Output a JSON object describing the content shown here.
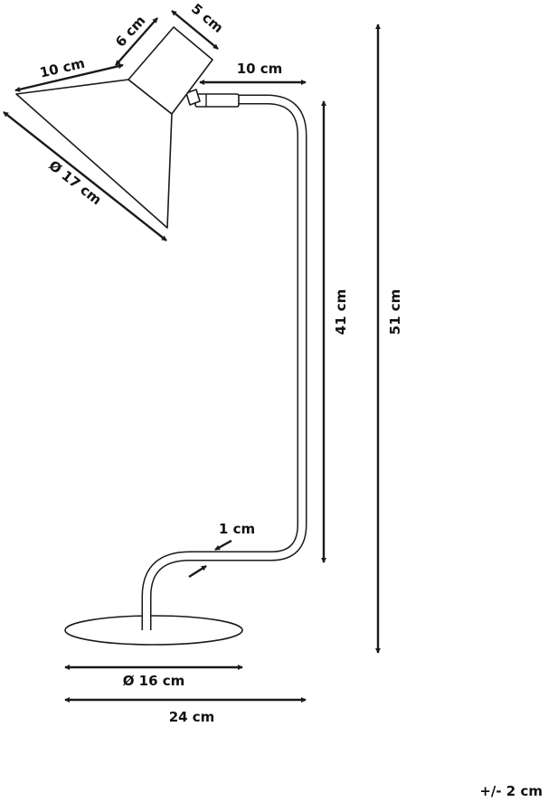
{
  "diagram": {
    "tolerance_note": "+/- 2 cm",
    "dimensions": {
      "shade_top_width": "10 cm",
      "shade_neck_length": "6 cm",
      "shade_neck_width": "5 cm",
      "shade_diameter": "Ø 17 cm",
      "arm_reach": "10 cm",
      "stem_height": "41 cm",
      "total_height": "51 cm",
      "tube_diameter": "1 cm",
      "base_diameter": "Ø 16 cm",
      "total_width": "24 cm"
    },
    "colors": {
      "ink": "#1a1a1a",
      "fill": "#ffffff"
    }
  }
}
